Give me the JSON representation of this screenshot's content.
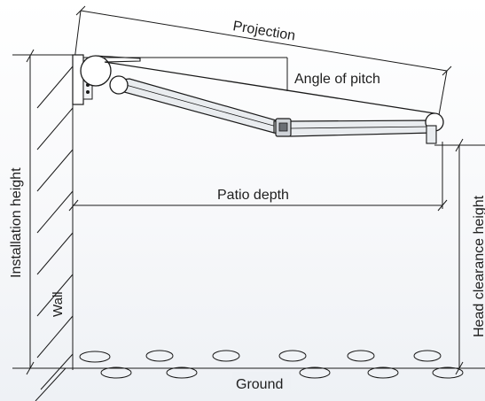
{
  "labels": {
    "projection": "Projection",
    "angle_of_pitch": "Angle of pitch",
    "patio_depth": "Patio depth",
    "installation_height": "Installation height",
    "head_clearance_height": "Head clearance height",
    "wall": "Wall",
    "ground": "Ground"
  },
  "colors": {
    "line": "#1a1a1a",
    "arm_fill": "#e9ecef",
    "background_top": "#ffffff",
    "background_bottom": "#eef1f5"
  }
}
